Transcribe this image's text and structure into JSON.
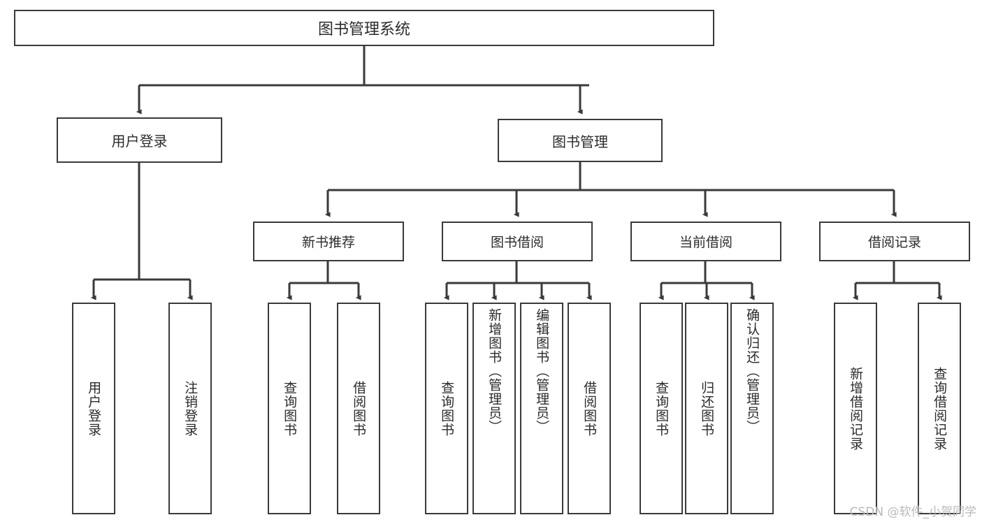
{
  "diagram": {
    "title": "图书管理系统",
    "type": "tree-hierarchy-chart",
    "stroke_color": "#3a3a3a",
    "text_color": "#2b2b2b",
    "background_color": "#ffffff",
    "watermark": "CSDN @软件_小贺同学",
    "root": {
      "label": "图书管理系统"
    },
    "level1": [
      {
        "label": "用户登录"
      },
      {
        "label": "图书管理"
      }
    ],
    "level2": [
      {
        "label": "新书推荐"
      },
      {
        "label": "图书借阅"
      },
      {
        "label": "当前借阅"
      },
      {
        "label": "借阅记录"
      }
    ],
    "leaves": {
      "user_login": [
        {
          "label": "用户登录"
        },
        {
          "label": "注销登录"
        }
      ],
      "new_book_recommend": [
        {
          "label": "查询图书"
        },
        {
          "label": "借阅图书"
        }
      ],
      "book_borrow": [
        {
          "label": "查询图书"
        },
        {
          "label": "新增图书（管理员）"
        },
        {
          "label": "编辑图书（管理员）"
        },
        {
          "label": "借阅图书"
        }
      ],
      "current_borrow": [
        {
          "label": "查询图书"
        },
        {
          "label": "归还图书"
        },
        {
          "label": "确认归还（管理员）"
        }
      ],
      "borrow_record": [
        {
          "label": "新增借阅记录"
        },
        {
          "label": "查询借阅记录"
        }
      ]
    }
  }
}
